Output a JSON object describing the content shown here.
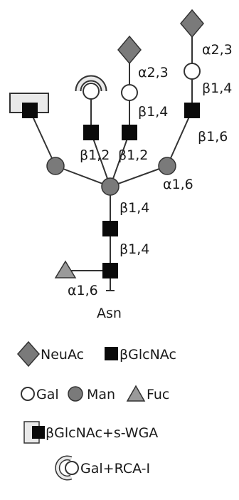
{
  "colors": {
    "neuac": "#7a7a7a",
    "glcnac": "#0a0a0a",
    "gal": "#ffffff",
    "man": "#7a7a7a",
    "fuc": "#9a9a9a",
    "lectin_bracket": "#e9e9e9",
    "stroke": "#333333"
  },
  "linkages": {
    "a23_left": "α2,3",
    "a23_right": "α2,3",
    "b14_mid": "β1,4",
    "b14_right": "β1,4",
    "b16_right": "β1,6",
    "b12_left": "β1,2",
    "b12_mid": "β1,2",
    "a16_man": "α1,6",
    "b14_core_upper": "β1,4",
    "b14_core_lower": "β1,4",
    "a16_fuc": "α1,6"
  },
  "root_label": "Asn",
  "legend": {
    "neuac": "NeuAc",
    "glcnac": "βGlcNAc",
    "gal": "Gal",
    "man": "Man",
    "fuc": "Fuc",
    "swga": "βGlcNAc+s-WGA",
    "rca": "Gal+RCA-I"
  },
  "icons": {
    "neuac": "diamond-icon",
    "glcnac": "square-icon",
    "gal": "circle-open-icon",
    "man": "circle-filled-icon",
    "fuc": "triangle-icon",
    "swga": "bracketed-square-icon",
    "rca": "arc-circle-icon"
  }
}
